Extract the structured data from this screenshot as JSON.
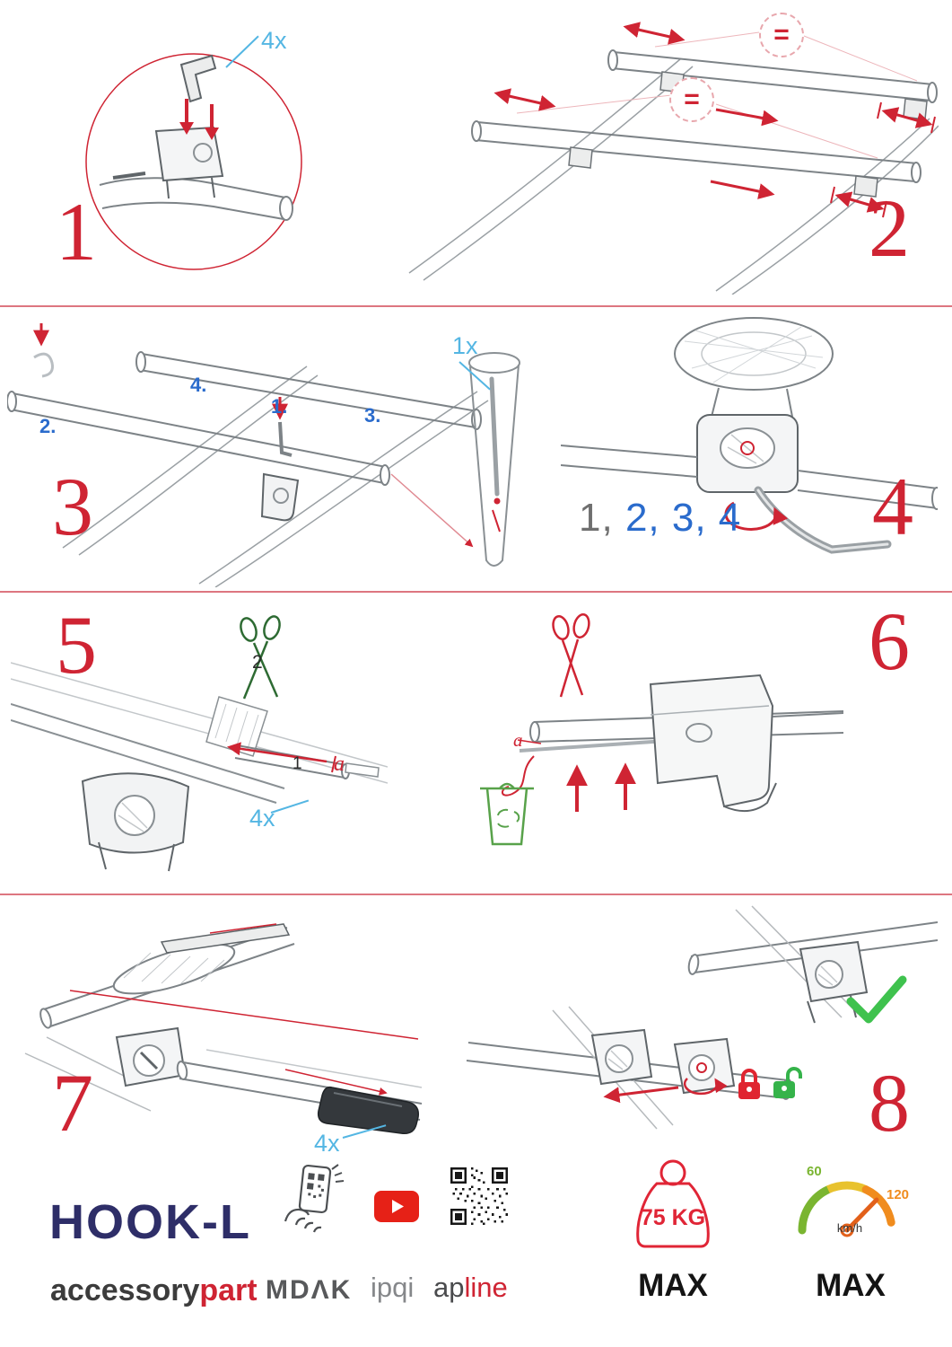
{
  "palette": {
    "red": "#cf2433",
    "light_red": "#dd7680",
    "blue_label": "#54b6e3",
    "blue_step": "#2a6bcc",
    "gray_line": "#8a9094",
    "green": "#3fc24e",
    "navy": "#2e2e68"
  },
  "steps": {
    "s1": {
      "number": "1",
      "qty": "4x"
    },
    "s2": {
      "number": "2",
      "equals": "="
    },
    "s3": {
      "number": "3",
      "qty": "1x",
      "substeps": [
        "1.",
        "2.",
        "3.",
        "4."
      ]
    },
    "s4": {
      "number": "4",
      "seq_gray": "1,",
      "seq_blue": "2, 3, 4"
    },
    "s5": {
      "number": "5",
      "qty": "4x",
      "label_scissors": "2",
      "label_strap": "1",
      "label_a": "a"
    },
    "s6": {
      "number": "6",
      "label_a": "a"
    },
    "s7": {
      "number": "7",
      "qty": "4x"
    },
    "s8": {
      "number": "8"
    }
  },
  "footer": {
    "product": "HOOK-L",
    "brand_accessory": "accessory",
    "brand_part": "part",
    "logo_mdak": "MDΛK",
    "logo_ipqi": "ipqi",
    "logo_ap": "ap",
    "logo_line": "line",
    "weight_value": "75 KG",
    "weight_max": "MAX",
    "speed_low": "60",
    "speed_high": "120",
    "speed_unit": "km/h",
    "speed_max": "MAX"
  }
}
